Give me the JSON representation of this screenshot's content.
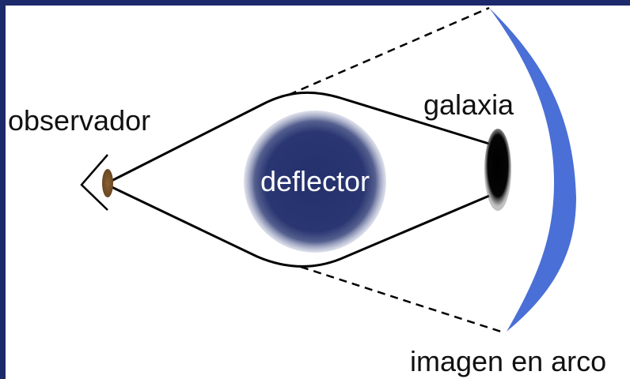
{
  "labels": {
    "observer": "observador",
    "galaxy": "galaxia",
    "deflector": "deflector",
    "arc_image": "imagen en arco"
  },
  "colors": {
    "frame_border": "#1c2a6b",
    "background": "#ffffff",
    "deflector_fill": "#2a3672",
    "deflector_glow": "#c9cde0",
    "arc_image": "#4a6fd6",
    "eye_iris": "#7a5526",
    "galaxy": "#000000",
    "lines": "#000000"
  },
  "icons": {
    "observer_eye": "eye-icon",
    "galaxy_blob": "galaxy-shape",
    "arc": "lensed-arc-shape"
  }
}
